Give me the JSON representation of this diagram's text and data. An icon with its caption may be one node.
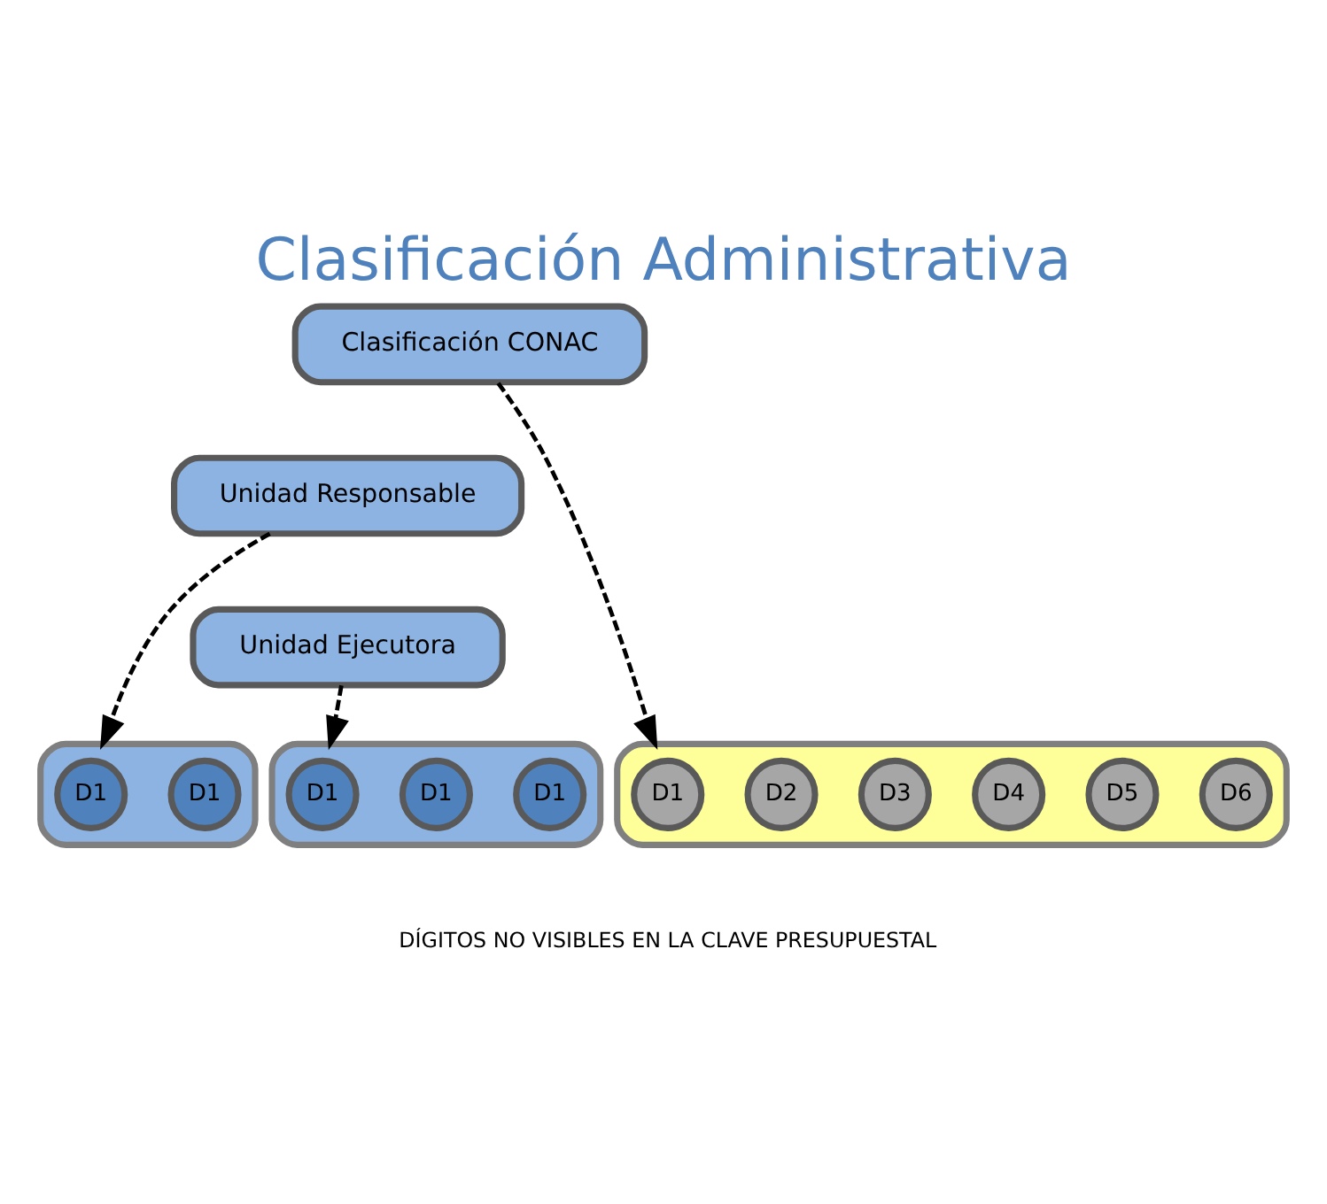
{
  "diagram": {
    "title": "Clasificación Administrativa",
    "nodes": [
      {
        "text": [
          "Clasificación CONAC"
        ]
      },
      {
        "text": [
          "Unidad Responsable"
        ]
      },
      {
        "text": [
          "Unidad Ejecutora"
        ]
      },
      {
        "text": [],
        "shape": "box"
      },
      {
        "text": [
          "D1"
        ],
        "in": 3
      },
      {
        "text": [
          "D2"
        ],
        "in": 3
      },
      {
        "text": [
          "D3"
        ],
        "in": 3
      },
      {
        "text": [
          "D4"
        ],
        "in": 3
      },
      {
        "text": [
          "D5"
        ],
        "in": 3
      },
      {
        "text": [
          "D6"
        ],
        "in": 3
      },
      {
        "text": [],
        "shape": "box"
      },
      {
        "text": [
          "D1"
        ],
        "in": 10
      },
      {
        "text": [
          "D1"
        ],
        "in": 10
      },
      {
        "text": [],
        "shape": "box"
      },
      {
        "text": [
          "D1"
        ],
        "in": 13
      },
      {
        "text": [
          "D1"
        ],
        "in": 13
      },
      {
        "text": [
          "D1"
        ],
        "in": 13
      }
    ],
    "edges": [
      {
        "from": 0,
        "to": 3,
        "arrow": "to",
        "style": "dashed"
      },
      {
        "from": 1,
        "to": 10,
        "arrow": "to",
        "style": "dashed"
      },
      {
        "from": 2,
        "to": 13,
        "arrow": "to",
        "style": "dashed"
      }
    ],
    "labels": [
      "DÍGITOS NO VISIBLES EN LA CLAVE PRESUPUESTAL"
    ]
  }
}
